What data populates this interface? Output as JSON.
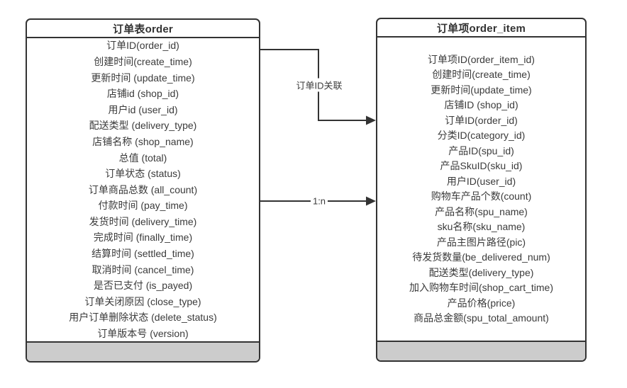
{
  "diagram": {
    "left_table": {
      "title": "订单表order",
      "fields": [
        "订单ID(order_id)",
        "创建时间(create_time)",
        "更新时间 (update_time)",
        "店铺id (shop_id)",
        "用户id (user_id)",
        "配送类型 (delivery_type)",
        "店铺名称 (shop_name)",
        "总值 (total)",
        "订单状态 (status)",
        "订单商品总数 (all_count)",
        "付款时间 (pay_time)",
        "发货时间 (delivery_time)",
        "完成时间 (finally_time)",
        "结算时间 (settled_time)",
        "取消时间 (cancel_time)",
        "是否已支付 (is_payed)",
        "订单关闭原因 (close_type)",
        "用户订单删除状态 (delete_status)",
        "订单版本号 (version)"
      ]
    },
    "right_table": {
      "title": "订单项order_item",
      "fields": [
        "订单项ID(order_item_id)",
        "创建时间(create_time)",
        "更新时间(update_time)",
        "店铺ID (shop_id)",
        "订单ID(order_id)",
        "分类ID(category_id)",
        "产品ID(spu_id)",
        "产品SkuID(sku_id)",
        "用户ID(user_id)",
        "购物车产品个数(count)",
        "产品名称(spu_name)",
        "sku名称(sku_name)",
        "产品主图片路径(pic)",
        "待发货数量(be_delivered_num)",
        "配送类型(delivery_type)",
        "加入购物车时间(shop_cart_time)",
        "产品价格(price)",
        "商品总金额(spu_total_amount)"
      ]
    },
    "connectors": [
      {
        "label": "订单ID关联"
      },
      {
        "label": "1:n"
      }
    ],
    "colors": {
      "line": "#333333",
      "text": "#3b3b3b",
      "footer_fill": "#cccccc",
      "background": "#ffffff"
    }
  }
}
